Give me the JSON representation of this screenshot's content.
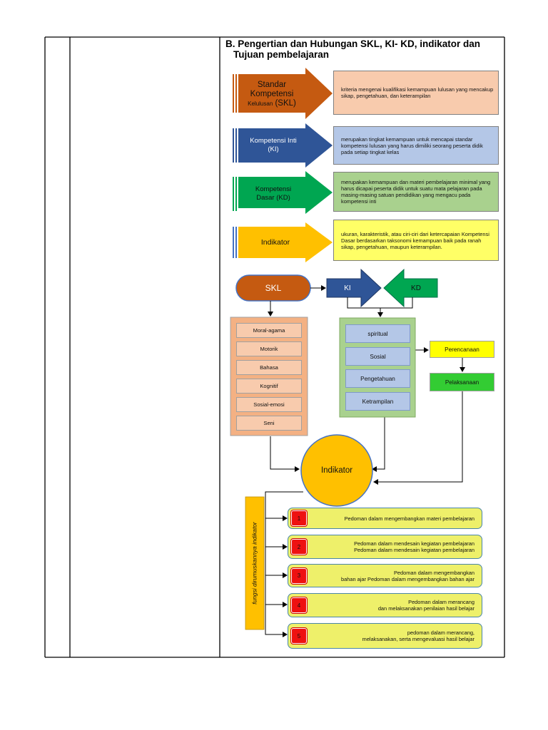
{
  "heading": {
    "line1": "B. Pengertian dan Hubungan SKL, KI- KD, indikator dan",
    "line2": "Tujuan pembelajaran"
  },
  "definitions": [
    {
      "arrow_line1": "Standar",
      "arrow_line2": "Kompetensi",
      "arrow_line3_small": "Kelulusan",
      "arrow_line3_big": "(SKL)",
      "description": "kriteria mengenai kualifikasi kemampuan lulusan yang mencakup sikap, pengetahuan, dan keterampilan",
      "arrow_color": "#c55a11",
      "box_color": "#f8cbad"
    },
    {
      "arrow_line1": "Kompetensi Inti",
      "arrow_line2": "(KI)",
      "description": "merupakan tingkat kemampuan untuk mencapai standar kompetensi lulusan yang harus dimiliki seorang peserta didik pada setiap tingkat kelas",
      "arrow_color": "#2f5597",
      "box_color": "#b4c7e7"
    },
    {
      "arrow_line1": "Kompetensi",
      "arrow_line2": "Dasar (KD)",
      "description": "merupakan kemampuan dan materi pembelajaran minimal yang harus dicapai peserta didik untuk suatu mata pelajaran pada masing-masing satuan pendidikan yang mengacu pada kompetensi inti",
      "arrow_color": "#00a651",
      "box_color": "#a9d18e"
    },
    {
      "arrow_line1": "Indikator",
      "description": "ukuran, karakteristik, atau ciri-ciri dari ketercapaian Kompetensi Dasar berdasarkan taksonomi kemampuan baik pada ranah sikap, pengetahuan, maupun keterampilan.",
      "arrow_color": "#ffc000",
      "box_color": "#ffff66"
    }
  ],
  "flow": {
    "skl": "SKL",
    "ki": "KI",
    "kd": "KD",
    "skl_items": [
      "Moral-agama",
      "Motorik",
      "Bahasa",
      "Kognitif",
      "Sosial-emosi",
      "Seni"
    ],
    "kikd_items": [
      "spiritual",
      "Sosial",
      "Pengetahuan",
      "Ketrampilan"
    ],
    "perencanaan": "Perencanaan",
    "pelaksanaan": "Pelaksanaan",
    "indikator": "Indikator"
  },
  "functions": {
    "side_label": "fungsi dirumuskannya indikator",
    "items": [
      {
        "num": "1",
        "lines": [
          "Pedoman dalam mengembangkan materi pembelajaran"
        ]
      },
      {
        "num": "2",
        "lines": [
          "Pedoman dalam mendesain kegiatan pembelajaran",
          "Pedoman dalam mendesain kegiatan pembelajaran"
        ]
      },
      {
        "num": "3",
        "lines": [
          "Pedoman dalam mengembangkan",
          "bahan ajar Pedoman dalam mengembangkan bahan ajar"
        ]
      },
      {
        "num": "4",
        "lines": [
          "Pedoman dalam merancang",
          "dan melaksanakan penilaian hasil belajar"
        ]
      },
      {
        "num": "5",
        "lines": [
          "pedoman dalam merancang,",
          "melaksanakan, serta mengevaluasi hasil belajar"
        ]
      }
    ]
  },
  "colors": {
    "skl_orange": "#c55a11",
    "ki_blue": "#2f5597",
    "kd_green": "#00a651",
    "indikator_yellow": "#ffc000",
    "pelaksanaan_green": "#33cc33",
    "number_red": "#ee1111"
  }
}
